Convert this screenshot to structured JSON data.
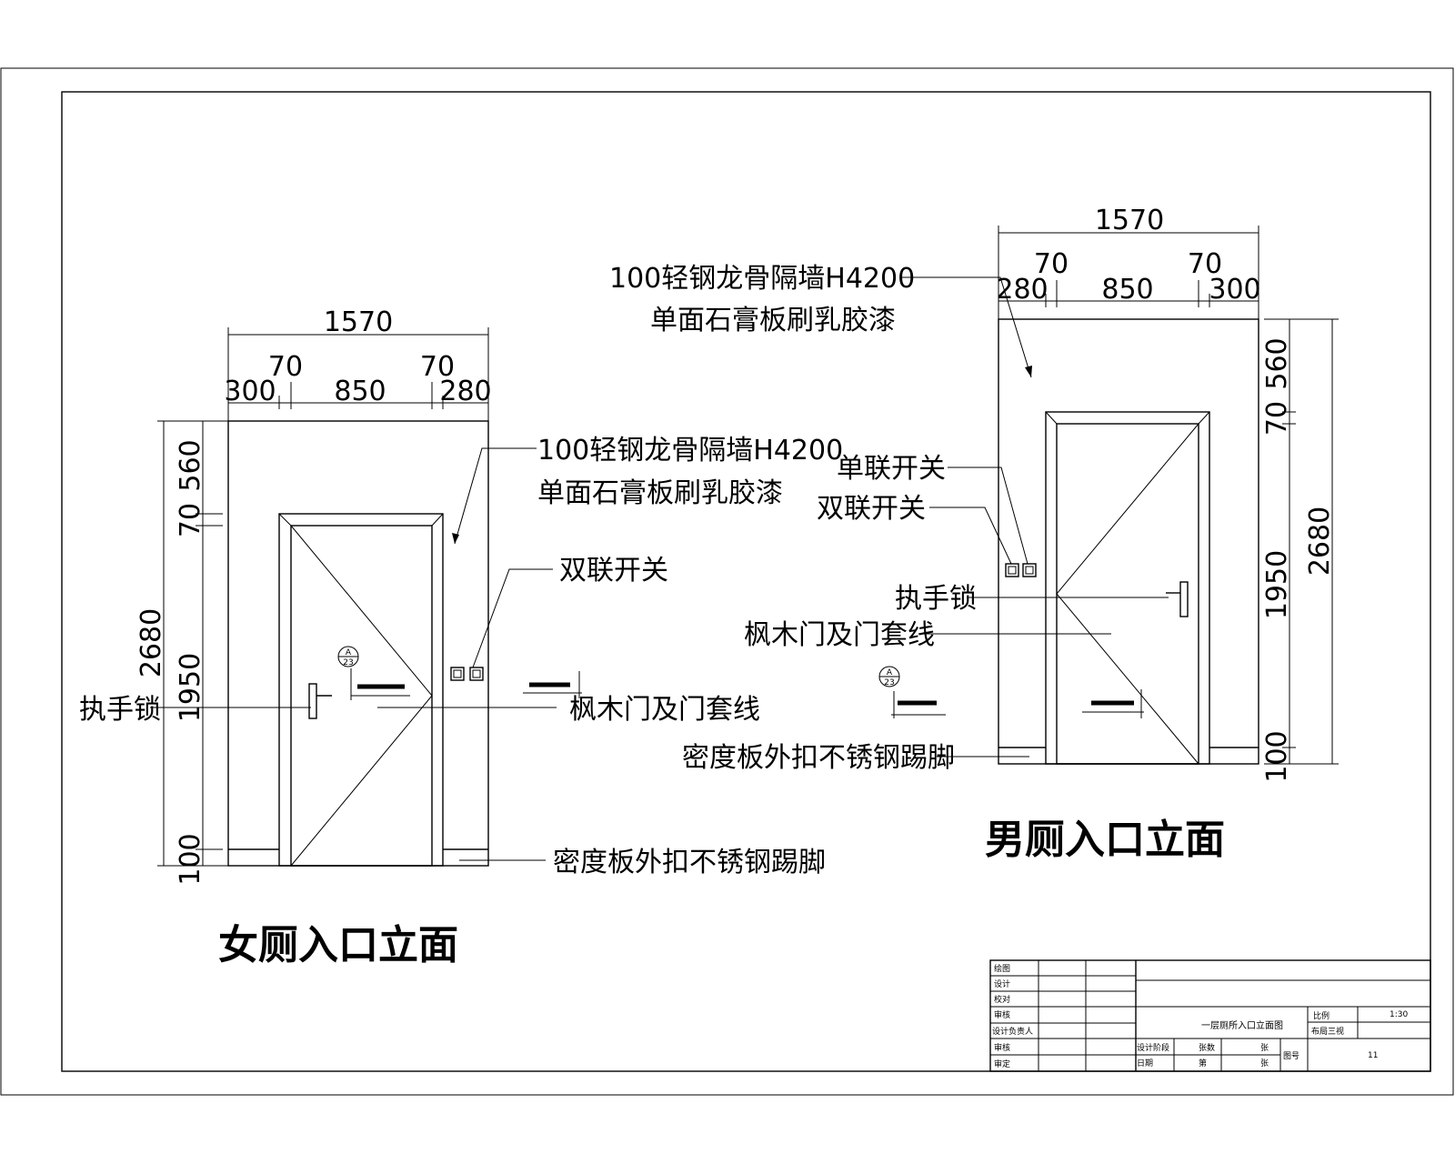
{
  "female": {
    "title": "女厕入口立面",
    "dims": {
      "overall_width": "1570",
      "left_margin": "300",
      "frame_left": "70",
      "door_width": "850",
      "frame_right": "70",
      "right_margin": "280",
      "height_total": "2680",
      "top_part": "560",
      "top_frame": "70",
      "door_height": "1950",
      "base": "100"
    },
    "labels": {
      "wall_line1": "100轻钢龙骨隔墙H4200",
      "wall_line2": "单面石膏板刷乳胶漆",
      "switch_double": "双联开关",
      "handle_lock": "执手锁",
      "door": "枫木门及门套线",
      "skirting": "密度板外扣不锈钢踢脚"
    },
    "marker": {
      "top": "A",
      "bottom": "23"
    }
  },
  "male": {
    "title": "男厕入口立面",
    "dims": {
      "overall_width": "1570",
      "left_margin": "280",
      "frame_left": "70",
      "door_width": "850",
      "frame_right": "70",
      "right_margin": "300",
      "height_total": "2680",
      "top_part": "560",
      "top_frame": "70",
      "door_height": "1950",
      "base": "100"
    },
    "labels": {
      "wall_line1": "100轻钢龙骨隔墙H4200",
      "wall_line2": "单面石膏板刷乳胶漆",
      "switch_single": "单联开关",
      "switch_double": "双联开关",
      "handle_lock": "执手锁",
      "door": "枫木门及门套线",
      "skirting": "密度板外扣不锈钢踢脚"
    },
    "marker": {
      "top": "A",
      "bottom": "23"
    }
  },
  "title_block": {
    "row_labels": [
      "绘图",
      "设计",
      "校对",
      "审核",
      "设计负责人",
      "审核",
      "审定"
    ],
    "drawing_name": "一层厕所入口立面图",
    "scale_label": "比例",
    "scale_value": "1:30",
    "drawing_type": "布局三视",
    "stage_label": "设计阶段",
    "date_label": "日期",
    "sheet_label": "张数",
    "count_label": "第",
    "count_unit": "张",
    "total_unit": "张",
    "drawing_no_label": "图号",
    "drawing_no": "11"
  }
}
